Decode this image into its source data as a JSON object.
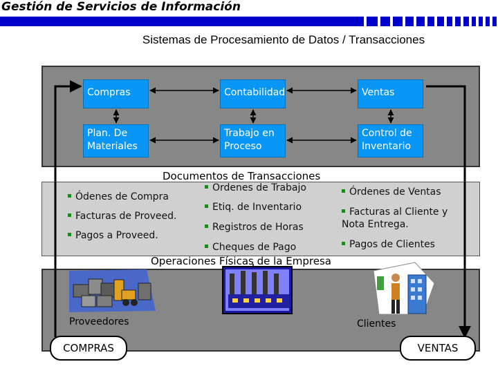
{
  "header": {
    "title": "Gestión de Servicios de Información",
    "bar_color": "#0000cc"
  },
  "subtitle": "Sistemas de Procesamiento de Datos / Transacciones",
  "systems": {
    "compras": "Compras",
    "contabilidad": "Contabilidad",
    "ventas": "Ventas",
    "plan_materiales": "Plan. De Materiales",
    "trabajo_proceso": "Trabajo en Proceso",
    "control_inventario": "Control de Inventario",
    "box_color": "#0a96f4"
  },
  "documentos": {
    "title": "Documentos de Transacciones",
    "left": [
      "Ódenes de Compra",
      "Facturas de Proveed.",
      "Pagos a Proveed."
    ],
    "middle": [
      "Ordenes de Trabajo",
      "Etiq. de Inventario",
      "Registros de Horas",
      "Cheques de Pago"
    ],
    "right": [
      "Órdenes de Ventas",
      "Facturas al Cliente y Nota Entrega.",
      "Pagos de Clientes"
    ]
  },
  "operaciones": {
    "title": "Operaciones Físicas de la Empresa",
    "proveedores": "Proveedores",
    "clientes": "Clientes",
    "compras_oval": "COMPRAS",
    "ventas_oval": "VENTAS"
  }
}
